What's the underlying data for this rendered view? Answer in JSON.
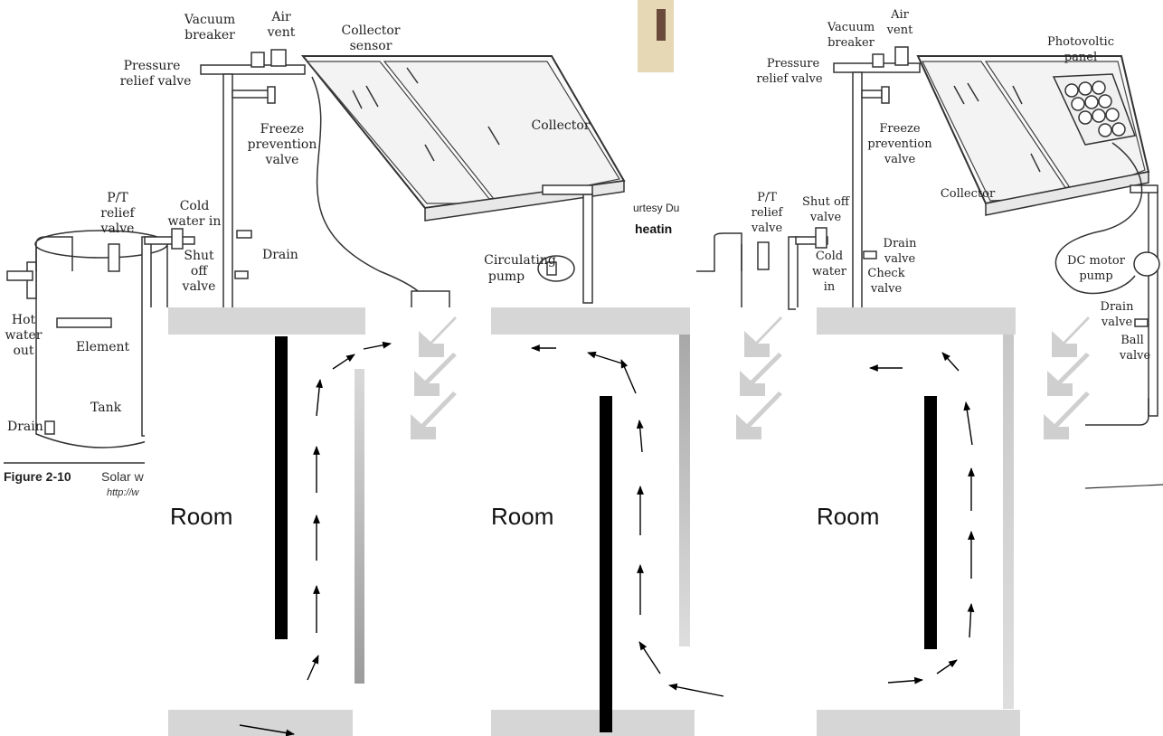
{
  "left_diagram": {
    "labels": {
      "vacuum_breaker": [
        "Vacuum",
        "breaker"
      ],
      "air_vent": [
        "Air",
        "vent"
      ],
      "collector_sensor": [
        "Collector",
        "sensor"
      ],
      "pressure_relief_valve": [
        "Pressure",
        "relief valve"
      ],
      "freeze_prevention_valve": [
        "Freeze",
        "prevention",
        "valve"
      ],
      "collector": "Collector",
      "pt_relief_valve": [
        "P/T",
        "relief",
        "valve"
      ],
      "cold_water_in": [
        "Cold",
        "water in"
      ],
      "shut_off_valve": [
        "Shut",
        "off",
        "valve"
      ],
      "drain_pipe": "Drain",
      "circulating_pump": [
        "Circulating",
        "pump"
      ],
      "hot_water_out": [
        "Hot",
        "water",
        "out"
      ],
      "element": "Element",
      "tank": "Tank",
      "drain_tank": "Drain"
    },
    "caption": {
      "figure": "Figure 2-10",
      "text": "Solar w",
      "url": "http://w"
    }
  },
  "middle_fragment": {
    "courtesy": "urtesy Du",
    "heating": "heatin"
  },
  "right_diagram": {
    "labels": {
      "vacuum_breaker": [
        "Vacuum",
        "breaker"
      ],
      "air_vent": [
        "Air",
        "vent"
      ],
      "photovoltic_panel": [
        "Photovoltic",
        "panel"
      ],
      "pressure_relief_valve": [
        "Pressure",
        "relief valve"
      ],
      "freeze_prevention_valve": [
        "Freeze",
        "prevention",
        "valve"
      ],
      "collector": "Collector",
      "pt_relief_valve": [
        "P/T",
        "relief",
        "valve"
      ],
      "shut_off_valve": [
        "Shut off",
        "valve"
      ],
      "drain_valve": [
        "Drain",
        "valve"
      ],
      "cold_water_in": [
        "Cold",
        "water",
        "in"
      ],
      "check_valve": [
        "Check",
        "valve"
      ],
      "dc_motor_pump": [
        "DC motor",
        "pump"
      ],
      "drain_valve_2": [
        "Drain",
        "valve"
      ],
      "ball_valve": [
        "Ball",
        "valve"
      ]
    }
  },
  "panels": [
    {
      "room_label": "Room"
    },
    {
      "room_label": "Room"
    },
    {
      "room_label": "Room"
    }
  ],
  "colors": {
    "slab": "#d6d6d6",
    "absorber": "#000000",
    "glazing": "#c0c0c0",
    "sun_arrow": "#cfcfcf",
    "line": "#333333"
  }
}
